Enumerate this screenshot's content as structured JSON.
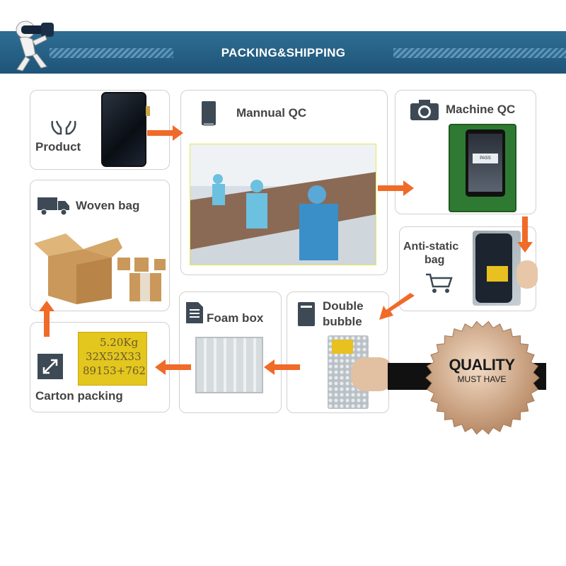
{
  "header": {
    "title": "PACKING&SHIPPING",
    "mascot_icon": "binocular-mascot-icon"
  },
  "steps": {
    "product": "Product",
    "manual_qc": "Mannual QC",
    "machine_qc": "Machine QC",
    "woven_bag": "Woven bag",
    "anti_static_line1": "Anti-static",
    "anti_static_line2": "bag",
    "foam_box": "Foam box",
    "double_bubble_line1": "Double",
    "double_bubble_line2": "bubble",
    "carton_packing": "Carton packing"
  },
  "screen_text": "PASS",
  "carton_note": {
    "line1": "5.20Kg",
    "line2": "32X52X33",
    "line3": "89153+762"
  },
  "seal": {
    "title": "QUALITY",
    "subtitle": "MUST HAVE"
  },
  "colors": {
    "banner": "#2a6a8f",
    "arrow": "#f06a28",
    "icon": "#3d4a55",
    "seal": "#c9a384"
  }
}
